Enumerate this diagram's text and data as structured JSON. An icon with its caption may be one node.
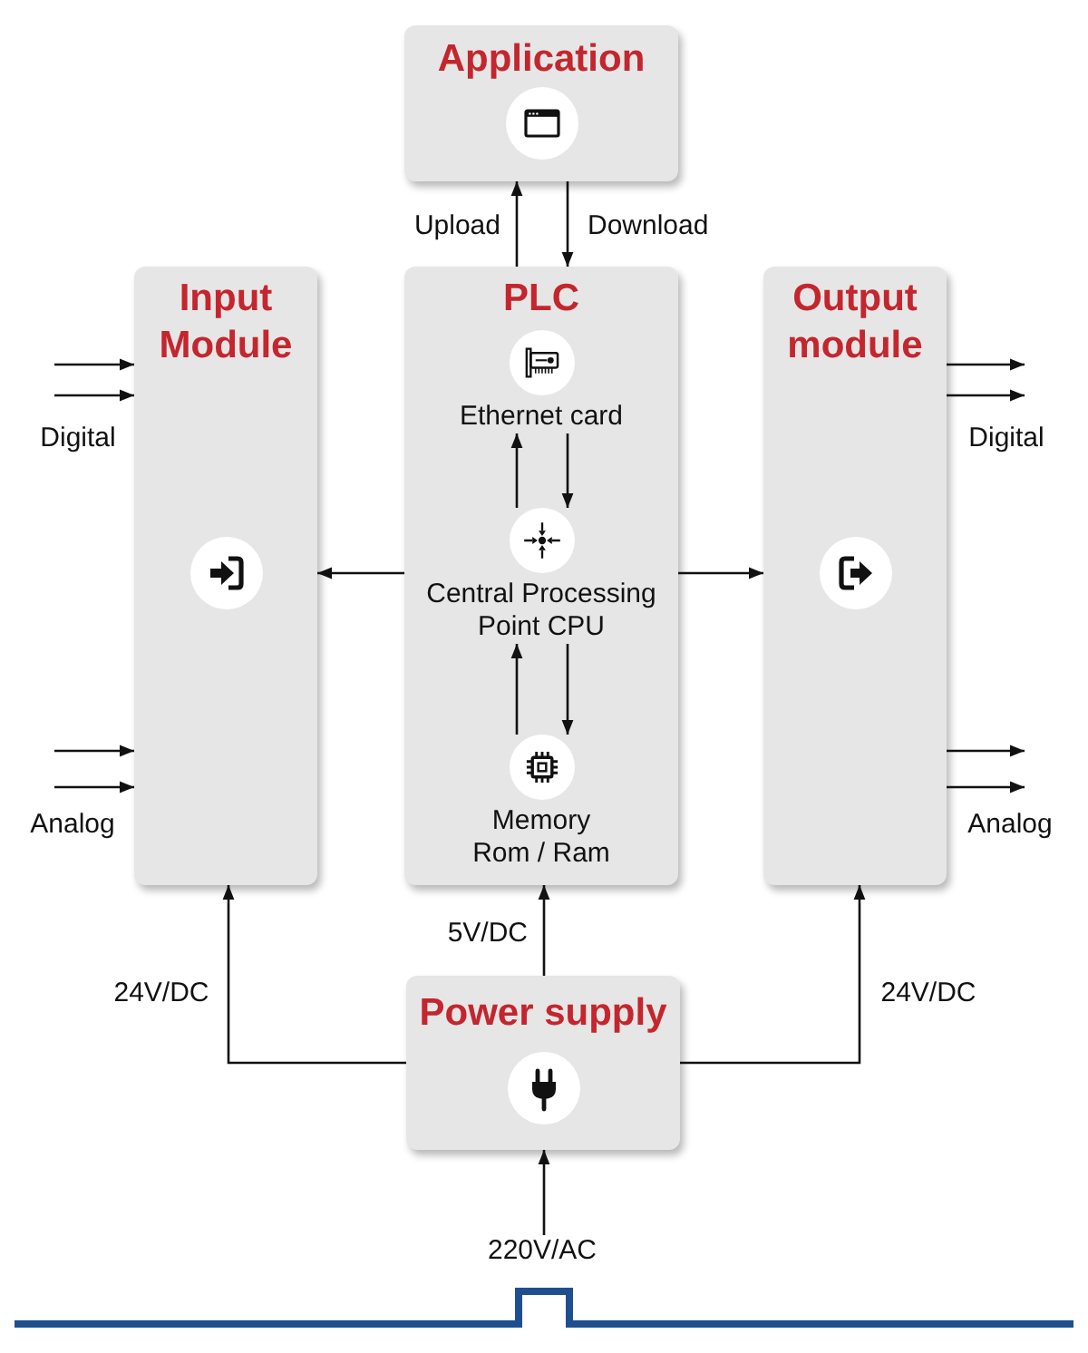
{
  "diagram": {
    "nodes": [
      {
        "text": [
          "Application"
        ]
      },
      {
        "text": [
          "Input Module"
        ]
      },
      {
        "text": [
          "PLC"
        ]
      },
      {
        "text": [
          "Ethernet card"
        ],
        "in": 2
      },
      {
        "text": [
          "Central Processing Point CPU"
        ],
        "in": 2
      },
      {
        "text": [
          "Memory Rom / Ram"
        ],
        "in": 2
      },
      {
        "text": [
          "Output module"
        ]
      },
      {
        "text": [
          "Power supply"
        ]
      },
      {
        "text": [
          "220V/AC"
        ]
      }
    ],
    "edges": [
      {
        "from": 2,
        "to": 0,
        "arrow": "to",
        "label": "Upload"
      },
      {
        "from": 0,
        "to": 2,
        "arrow": "to",
        "label": "Download"
      },
      {
        "from": 4,
        "to": 3,
        "arrow": "to"
      },
      {
        "from": 3,
        "to": 4,
        "arrow": "to"
      },
      {
        "from": 5,
        "to": 4,
        "arrow": "to"
      },
      {
        "from": 4,
        "to": 5,
        "arrow": "to"
      },
      {
        "from": 2,
        "to": 1,
        "arrow": "to"
      },
      {
        "from": 2,
        "to": 6,
        "arrow": "to"
      },
      {
        "from": null,
        "to": 1,
        "arrow": "to"
      },
      {
        "from": null,
        "to": 1,
        "arrow": "to",
        "label": "Digital"
      },
      {
        "from": null,
        "to": 1,
        "arrow": "to"
      },
      {
        "from": null,
        "to": 1,
        "arrow": "to",
        "label": "Analog"
      },
      {
        "from": 6,
        "to": null,
        "arrow": "to"
      },
      {
        "from": 6,
        "to": null,
        "arrow": "to",
        "label": "Digital"
      },
      {
        "from": 6,
        "to": null,
        "arrow": "to"
      },
      {
        "from": 6,
        "to": null,
        "arrow": "to",
        "label": "Analog"
      },
      {
        "from": 7,
        "to": 1,
        "arrow": "to",
        "label": "24V/DC"
      },
      {
        "from": 7,
        "to": 2,
        "arrow": "to",
        "label": "5V/DC"
      },
      {
        "from": 7,
        "to": 6,
        "arrow": "to",
        "label": "24V/DC"
      },
      {
        "from": 8,
        "to": 7,
        "arrow": "to"
      }
    ]
  }
}
